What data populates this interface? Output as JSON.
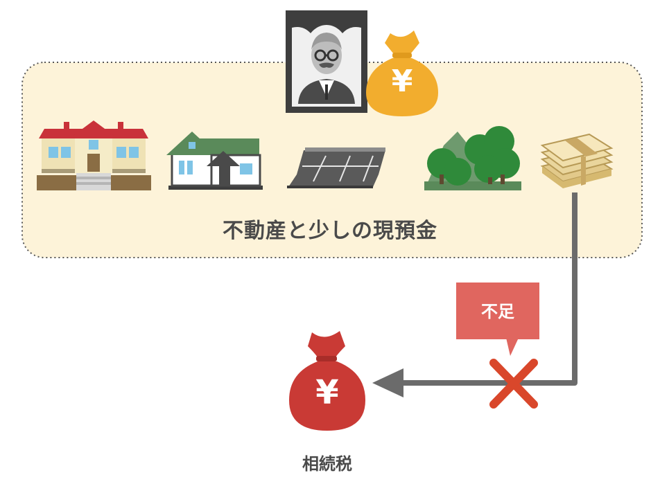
{
  "labels": {
    "assets": "不動産と少しの現預金",
    "shortage": "不足",
    "inheritance_tax": "相続税",
    "yen_symbol": "¥"
  },
  "icons": [
    "deceased-portrait-icon",
    "money-bag-icon",
    "mansion-icon",
    "house-icon",
    "parking-lot-icon",
    "forest-land-icon",
    "cash-bundle-icon",
    "cross-mark-icon",
    "arrow-left-icon"
  ],
  "colors": {
    "assets_box": "#fdf3d9",
    "money_bag_gold": "#f2ad2e",
    "tax_bag_red": "#c93a35",
    "shortage_callout": "#e0665f",
    "cross_mark": "#d9472b",
    "flow_line": "#6b6b6b",
    "text": "#4a4a4a"
  }
}
